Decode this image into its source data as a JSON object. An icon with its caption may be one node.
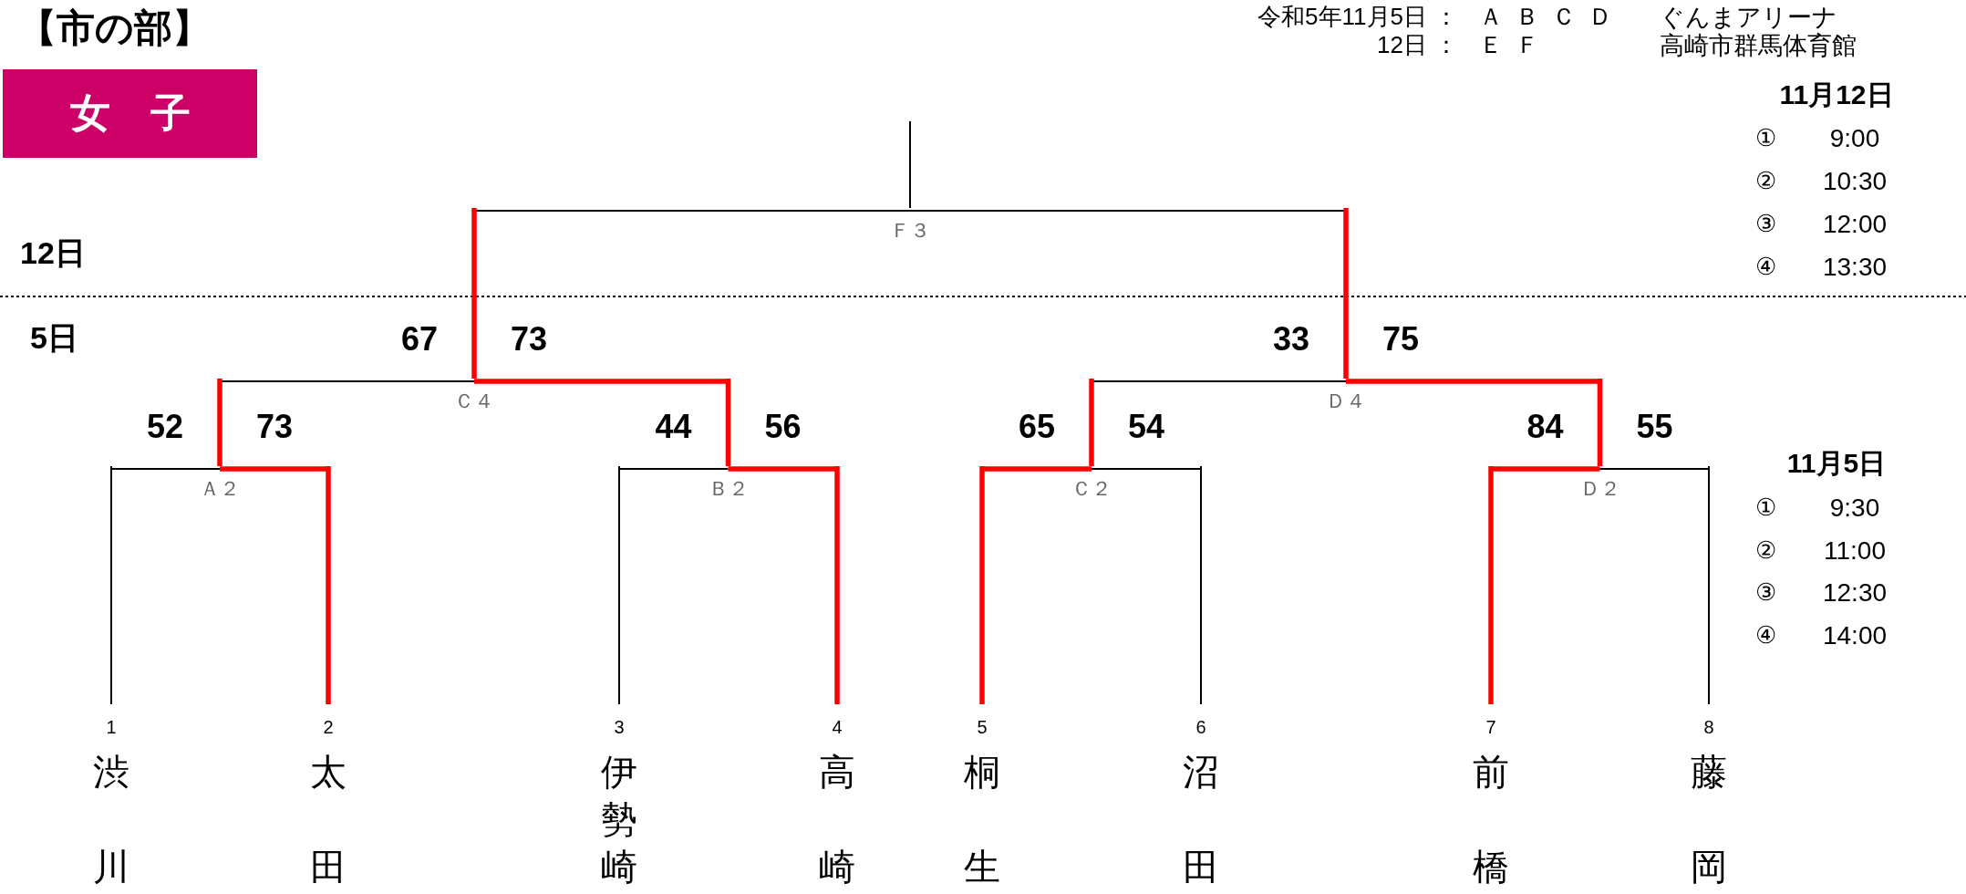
{
  "diagram": {
    "title": "【市の部】",
    "nodes": [
      {
        "text": [
          "女　子"
        ]
      },
      {
        "text": [
          "Ｆ３"
        ]
      },
      {
        "text": [
          "Ｃ４"
        ]
      },
      {
        "text": [
          "Ｄ４"
        ]
      },
      {
        "text": [
          "Ａ２"
        ]
      },
      {
        "text": [
          "Ｂ２"
        ]
      },
      {
        "text": [
          "Ｃ２"
        ]
      },
      {
        "text": [
          "Ｄ２"
        ]
      },
      {
        "text": [
          "渋川"
        ],
        "beside": [
          "1"
        ]
      },
      {
        "text": [
          "太田"
        ],
        "beside": [
          "2"
        ]
      },
      {
        "text": [
          "伊勢崎"
        ],
        "beside": [
          "3"
        ]
      },
      {
        "text": [
          "高崎"
        ],
        "beside": [
          "4"
        ]
      },
      {
        "text": [
          "桐生"
        ],
        "beside": [
          "5"
        ]
      },
      {
        "text": [
          "沼田"
        ],
        "beside": [
          "6"
        ]
      },
      {
        "text": [
          "前橋"
        ],
        "beside": [
          "7"
        ]
      },
      {
        "text": [
          "藤岡"
        ],
        "beside": [
          "8"
        ]
      }
    ],
    "edges": [
      {
        "from": 8,
        "to": 4,
        "arrow": "none",
        "color": "#000000"
      },
      {
        "from": 9,
        "to": 4,
        "arrow": "none"
      },
      {
        "from": 10,
        "to": 5,
        "arrow": "none",
        "color": "#000000"
      },
      {
        "from": 11,
        "to": 5,
        "arrow": "none"
      },
      {
        "from": 12,
        "to": 6,
        "arrow": "none"
      },
      {
        "from": 13,
        "to": 6,
        "arrow": "none",
        "color": "#000000"
      },
      {
        "from": 14,
        "to": 7,
        "arrow": "none"
      },
      {
        "from": 15,
        "to": 7,
        "arrow": "none",
        "color": "#000000"
      },
      {
        "from": 4,
        "to": 2,
        "arrow": "none"
      },
      {
        "from": 5,
        "to": 2,
        "arrow": "none"
      },
      {
        "from": 6,
        "to": 3,
        "arrow": "none"
      },
      {
        "from": 7,
        "to": 3,
        "arrow": "none"
      },
      {
        "from": 2,
        "to": 1,
        "arrow": "none"
      },
      {
        "from": 3,
        "to": 1,
        "arrow": "none"
      },
      {
        "from": 1,
        "to": null,
        "arrow": "none",
        "color": "#000000"
      }
    ],
    "labels": [
      "令和5年11月5日",
      "：",
      "Ａ　Ｂ　Ｃ　Ｄ",
      "ぐんまアリーナ",
      "12日",
      "：",
      "Ｅ　Ｆ",
      "高崎市群馬体育館",
      "11月12日",
      "①",
      "9:00",
      "②",
      "10:30",
      "③",
      "12:00",
      "④",
      "13:30",
      "12日",
      "5日",
      "67",
      "73",
      "33",
      "75",
      "52",
      "73",
      "44",
      "56",
      "65",
      "54",
      "84",
      "55",
      "11月5日",
      "①",
      "9:30",
      "②",
      "11:00",
      "③",
      "12:30",
      "④",
      "14:00"
    ]
  }
}
